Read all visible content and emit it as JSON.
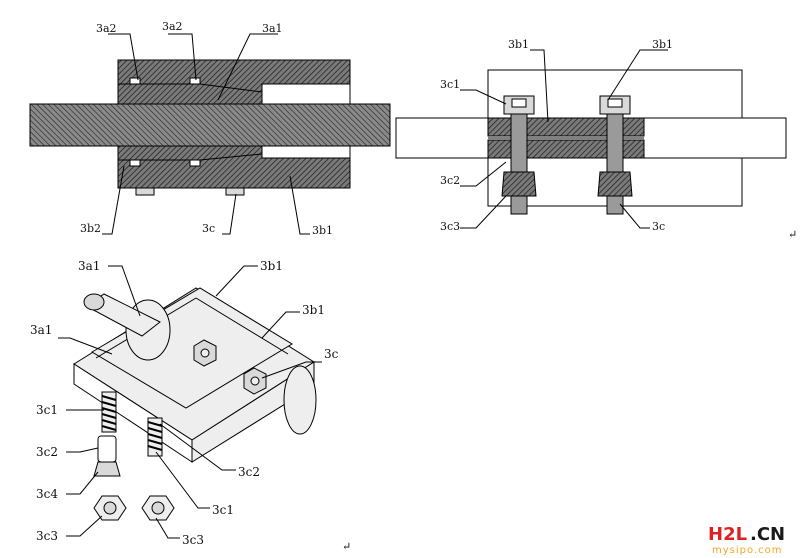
{
  "diagram": {
    "labels": {
      "side_view": {
        "a2_left": "3a2",
        "a2_mid": "3a2",
        "a1": "3a1",
        "b2": "3b2",
        "c": "3c",
        "b1": "3b1"
      },
      "section_view": {
        "b1_left": "3b1",
        "b1_right": "3b1",
        "c1": "3c1",
        "c2": "3c2",
        "c3": "3c3",
        "c": "3c"
      },
      "iso_view": {
        "a1_top": "3a1",
        "b1_top": "3b1",
        "b1_mid": "3b1",
        "a1_left": "3a1",
        "c_right": "3c",
        "c1_left": "3c1",
        "c2_left": "3c2",
        "c4_left": "3c4",
        "c3_left": "3c3",
        "c2_mid": "3c2",
        "c1_mid": "3c1",
        "c3_mid": "3c3"
      }
    },
    "marks": {
      "return_1": "↵",
      "return_2": "↵"
    },
    "watermark": {
      "brand_main": "H2L",
      "brand_tld": ".CN",
      "brand_sub": "mysipo.com"
    }
  }
}
